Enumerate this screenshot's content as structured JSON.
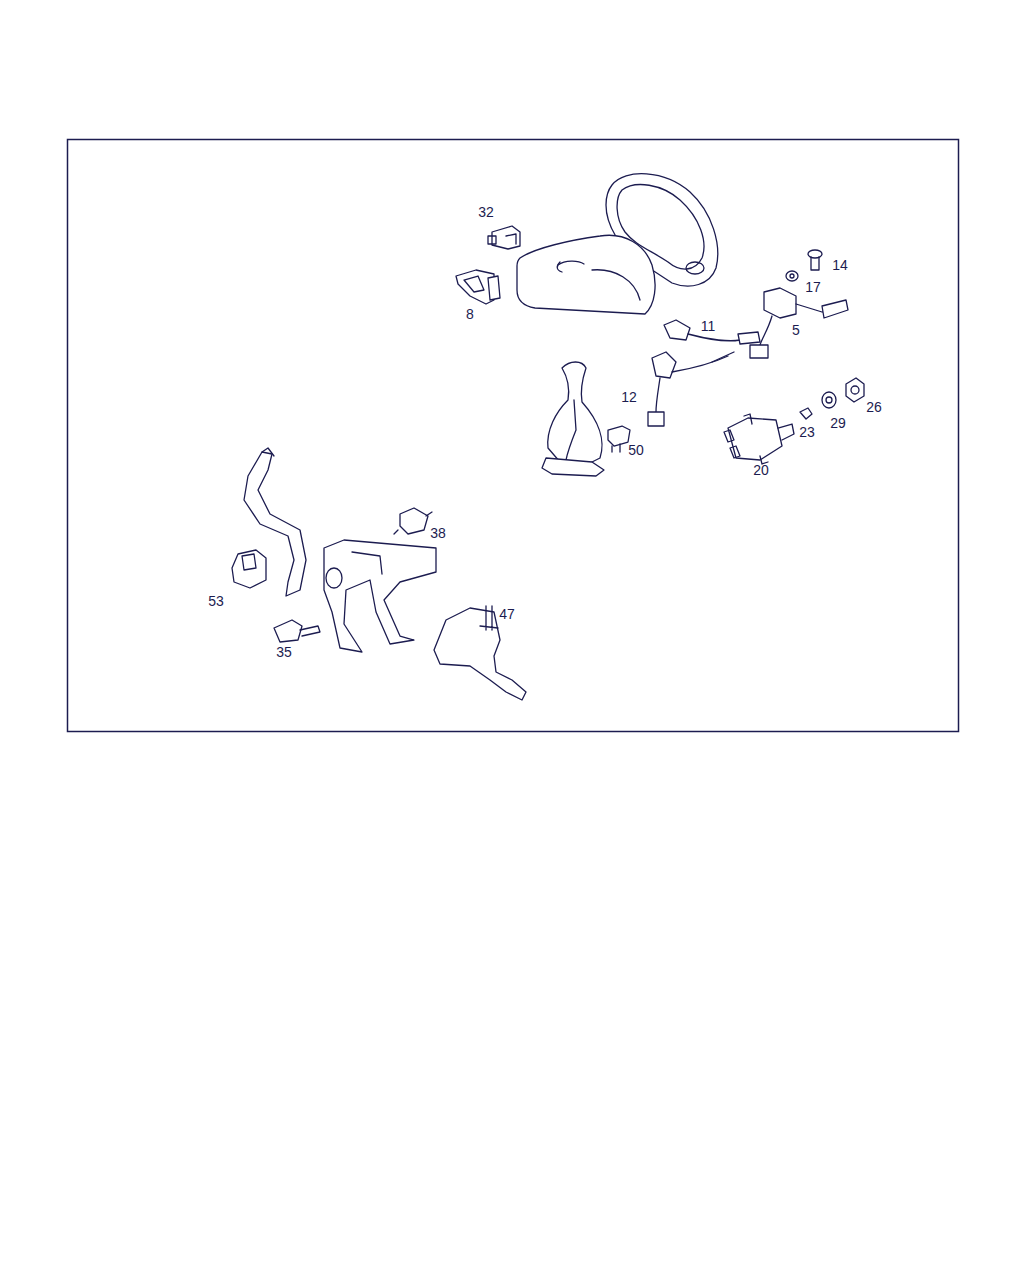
{
  "diagram": {
    "labels": [
      "32",
      "14",
      "17",
      "8",
      "11",
      "5",
      "12",
      "26",
      "29",
      "23",
      "50",
      "20",
      "38",
      "53",
      "47",
      "35"
    ]
  }
}
